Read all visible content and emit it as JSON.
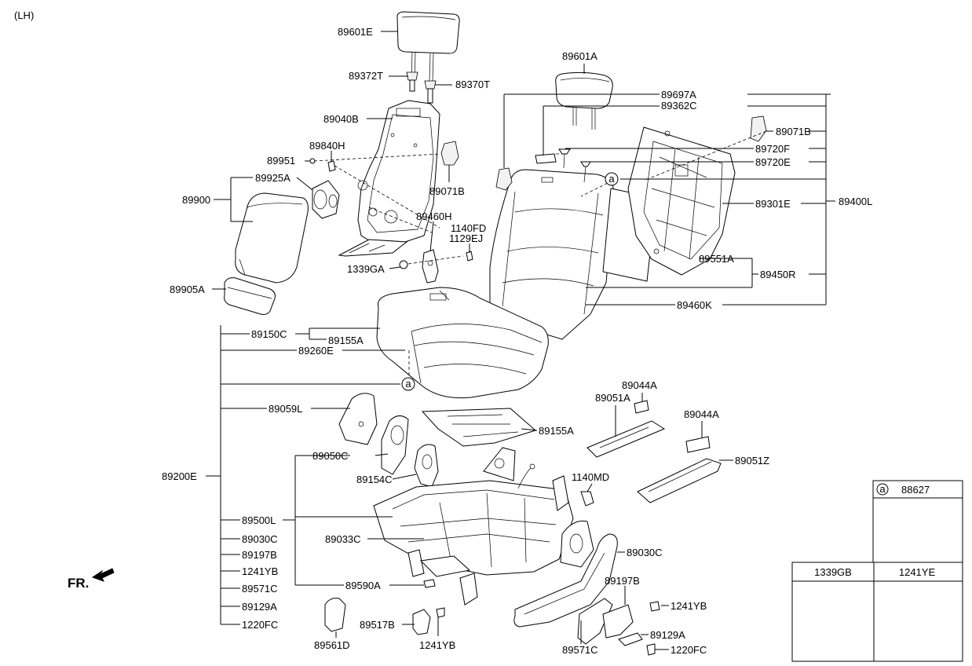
{
  "corner_label": "(LH)",
  "fr_label": "FR.",
  "parts": {
    "p89601E": "89601E",
    "p89372T": "89372T",
    "p89370T": "89370T",
    "p89040B": "89040B",
    "p89951": "89951",
    "p89840H": "89840H",
    "p89925A": "89925A",
    "p89900": "89900",
    "p89071B_l": "89071B",
    "p89460H": "89460H",
    "p1140FD": "1140FD",
    "p1129EJ": "1129EJ",
    "p1339GA": "1339GA",
    "p89905A": "89905A",
    "p89601A": "89601A",
    "p89697A": "89697A",
    "p89362C": "89362C",
    "p89071B_r": "89071B",
    "p89720F": "89720F",
    "p89720E": "89720E",
    "p89301E": "89301E",
    "p89400L": "89400L",
    "p89551A": "89551A",
    "p89450R": "89450R",
    "p89460K": "89460K",
    "p89150C": "89150C",
    "p89155A_t": "89155A",
    "p89260E": "89260E",
    "p89059L": "89059L",
    "p89155A_m": "89155A",
    "p89044A_1": "89044A",
    "p89051A": "89051A",
    "p89044A_2": "89044A",
    "p89051Z": "89051Z",
    "p89050C": "89050C",
    "p89154C": "89154C",
    "p1140MD": "1140MD",
    "p89200E": "89200E",
    "p89500L": "89500L",
    "p89030C_l": "89030C",
    "p89033C": "89033C",
    "p89197B_l": "89197B",
    "p1241YB_l": "1241YB",
    "p89571C_l": "89571C",
    "p89590A": "89590A",
    "p89129A_l": "89129A",
    "p1220FC_l": "1220FC",
    "p89030C_r": "89030C",
    "p89197B_r": "89197B",
    "p1241YB_r": "1241YB",
    "p89129A_r": "89129A",
    "p1220FC_r": "1220FC",
    "p89517B": "89517B",
    "p1241YB_b": "1241YB",
    "p89561D": "89561D",
    "p89571C_r": "89571C"
  },
  "callout": {
    "letter": "a"
  },
  "legend": {
    "a_letter": "a",
    "a_part": "88627",
    "col1": "1339GB",
    "col2": "1241YE"
  }
}
